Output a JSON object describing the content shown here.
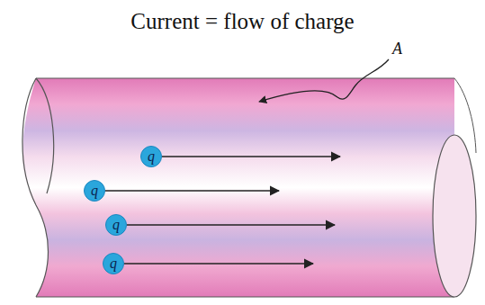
{
  "diagram": {
    "title": "Current = flow of charge",
    "nodes": [
      {
        "text": [
          "q"
        ]
      },
      {
        "text": [
          "q"
        ]
      },
      {
        "text": [
          "q"
        ]
      },
      {
        "text": [
          "q"
        ]
      }
    ],
    "labels": [
      "A"
    ]
  }
}
